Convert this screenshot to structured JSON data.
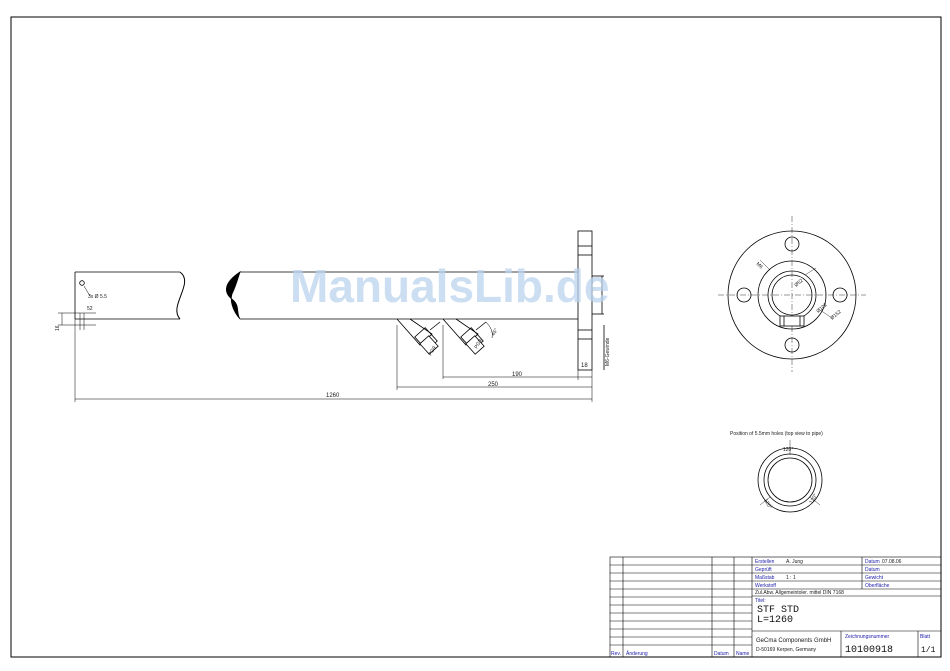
{
  "watermark": "ManualsLib.de",
  "side_view": {
    "dims": {
      "total_length": "1260",
      "d250": "250",
      "d190": "190",
      "flange_thickness": "18",
      "hole_note": "3x Ø 5.5",
      "d52": "52",
      "d16": "16",
      "angle": "45°",
      "gland_pg": "PG9",
      "flange_note": "M6-Gewinde"
    }
  },
  "front_view": {
    "labels": [
      "Ø52",
      "Ø102",
      "Ø152",
      "M6"
    ]
  },
  "hole_view": {
    "caption": "Position of 5.5mm holes (top view to pipe)",
    "angles": [
      "120°",
      "120°",
      "120°"
    ]
  },
  "title_block": {
    "erstellt_label": "Erstellen",
    "erstellt_value": "A. Jung",
    "datum_label": "Datum",
    "datum_value": "07.08.06",
    "geprueft_label": "Geprüft",
    "datum2_label": "Datum",
    "massstab_label": "Maßstab",
    "massstab_value": "1 : 1",
    "gewicht_label": "Gewicht",
    "werkstoff_label": "Werkstoff",
    "oberflaeche_label": "Oberfläche",
    "zul_abw": "Zul.Abw. Allgemeintoler. mittel DIN 7168",
    "titel_label": "Titel:",
    "title_line1": "STF STD",
    "title_line2": "L=1260",
    "company": "GeCma Components GmbH",
    "address": "D-50169 Kerpen, Germany",
    "zeichnungsnummer_label": "Zeichnungsnummer",
    "zeichnungsnummer": "10100918",
    "blatt_label": "Blatt",
    "blatt_value": "1/1",
    "rev_label": "Rev.",
    "aenderung_label": "Änderung",
    "rev_datum_label": "Datum",
    "name_label": "Name"
  }
}
